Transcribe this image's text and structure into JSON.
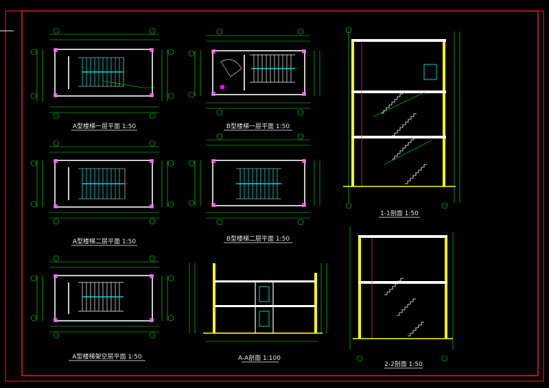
{
  "colors": {
    "background": "#000000",
    "frame": "#ff2020",
    "wall": "#ffffff",
    "dimension": "#00ff00",
    "stair": "#00ffff",
    "column": "#ffff00",
    "axis": "#ff3030",
    "hatch": "#ff66ff",
    "text": "#e8e8e8",
    "grade": "#ffff00"
  },
  "drawings": {
    "a_plan_1f": {
      "title": "A型楼梯一层平面 1:50"
    },
    "a_plan_2f": {
      "title": "A型楼梯二层平面 1:50"
    },
    "a_plan_pilotis": {
      "title": "A型楼梯架空层平面 1:50"
    },
    "b_plan_1f": {
      "title": "B型楼梯一层平面 1:50"
    },
    "b_plan_2f": {
      "title": "B型楼梯二层平面 1:50"
    },
    "section_aa": {
      "title": "A-A剖面 1:100"
    },
    "section_11": {
      "title": "1-1剖面 1:50"
    },
    "section_22": {
      "title": "2-2剖面 1:50"
    }
  }
}
